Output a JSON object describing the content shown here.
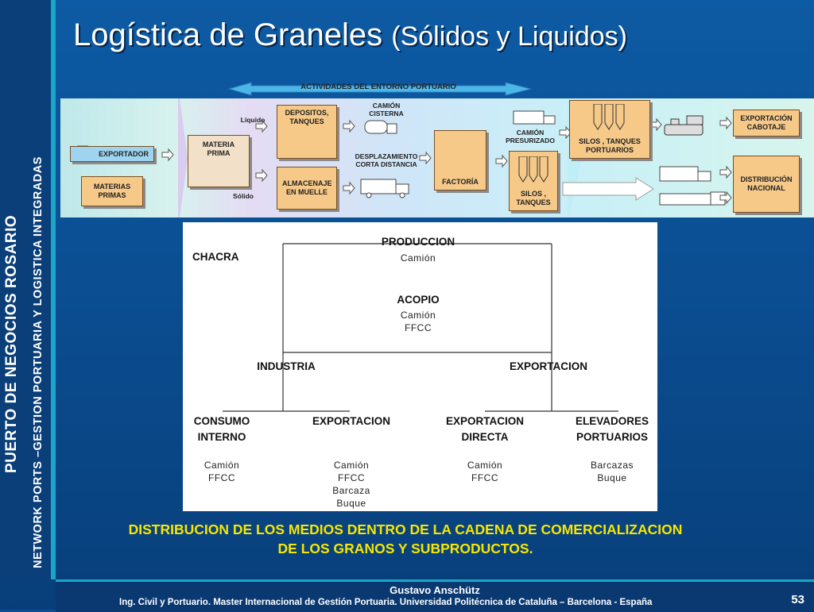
{
  "sidebar": {
    "main": "PUERTO DE NEGOCIOS ROSARIO",
    "sub": "NETWORK PORTS –GESTION PORTUARIA Y LOGISTICA INTEGRADAS"
  },
  "title": {
    "main": "Logística de Graneles",
    "sub": "(Sólidos y Liquidos)"
  },
  "flow": {
    "banner": "ACTIVIDADES DEL ENTORNO PORTUARIO",
    "exportador": "EXPORTADOR",
    "materias_primas": "MATERIAS PRIMAS",
    "materia_prima": "MATERIA PRIMA",
    "liquido": "Líquido",
    "solido": "Sólido",
    "depositos": "DEPOSITOS, TANQUES",
    "almacenaje": "ALMACENAJE EN MUELLE",
    "camion_cisterna": "CAMIÓN CISTERNA",
    "desplazamiento": "DESPLAZAMIENTO CORTA DISTANCIA",
    "factoria": "FACTORÍA",
    "camion_presurizado": "CAMIÓN PRESURIZADO",
    "silos_tanques": "SILOS , TANQUES",
    "silos_portuarios": "SILOS , TANQUES PORTUARIOS",
    "exportacion_cabotaje": "EXPORTACIÓN CABOTAJE",
    "distribucion_nacional": "DISTRIBUCIÓN NACIONAL"
  },
  "tree": {
    "produccion": "PRODUCCION",
    "produccion_sub": "Camión",
    "chacra": "CHACRA",
    "acopio": "ACOPIO",
    "acopio_sub": "Camión\nFFCC",
    "industria": "INDUSTRIA",
    "exportacion_top": "EXPORTACION",
    "consumo": "CONSUMO\nINTERNO",
    "consumo_sub": "Camión\nFFCC",
    "exportacion_ind": "EXPORTACION",
    "exportacion_ind_sub": "Camión\nFFCC\nBarcaza\nBuque",
    "exportacion_directa": "EXPORTACION\nDIRECTA",
    "exportacion_directa_sub": "Camión\nFFCC",
    "elevadores": "ELEVADORES\nPORTUARIOS",
    "elevadores_sub": "Barcazas\nBuque"
  },
  "caption": "DISTRIBUCION DE LOS MEDIOS DENTRO DE LA CADENA DE COMERCIALIZACION DE LOS GRANOS Y SUBPRODUCTOS.",
  "footer": {
    "author": "Gustavo Anschütz",
    "credits": "Ing. Civil y Portuario. Master Internacional de Gestión Portuaria. Universidad Politécnica de Cataluña – Barcelona  - España",
    "page": "53"
  },
  "colors": {
    "caption": "#f7e600",
    "box": "#f6c989",
    "accent": "#19a6c9"
  }
}
